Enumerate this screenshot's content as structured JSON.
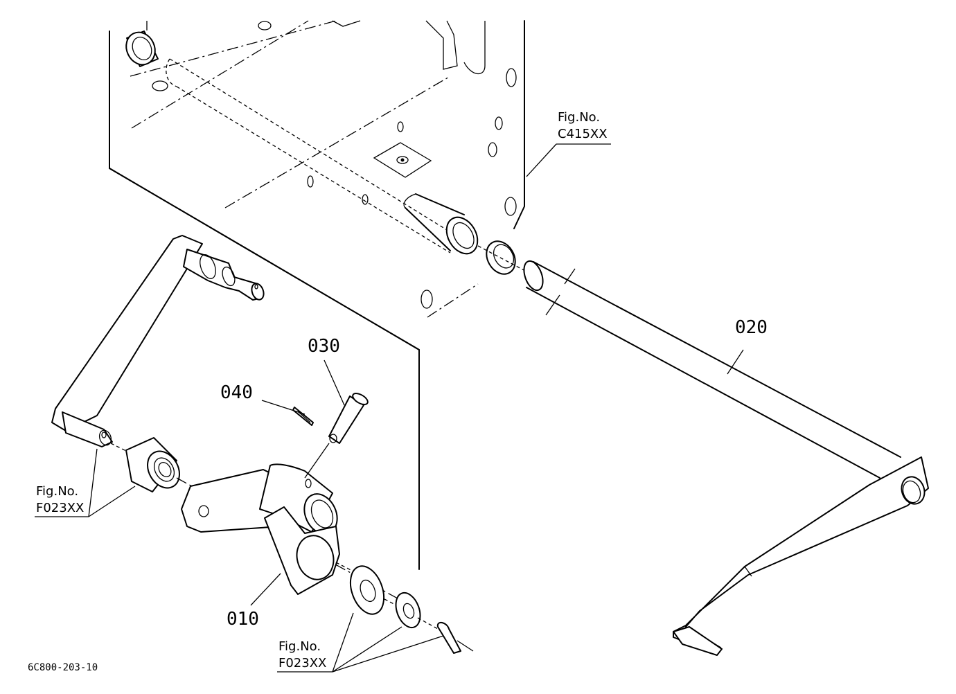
{
  "parts": [
    {
      "id": "p010",
      "number": "010"
    },
    {
      "id": "p020",
      "number": "020"
    },
    {
      "id": "p030",
      "number": "030"
    },
    {
      "id": "p040",
      "number": "040"
    }
  ],
  "figure_refs": [
    {
      "id": "ref-c415",
      "caption": "Fig.No.",
      "code": "C415XX"
    },
    {
      "id": "ref-f023-left",
      "caption": "Fig.No.",
      "code": "F023XX"
    },
    {
      "id": "ref-f023-bottom",
      "caption": "Fig.No.",
      "code": "F023XX"
    }
  ],
  "drawing_code": "6C800-203-10"
}
